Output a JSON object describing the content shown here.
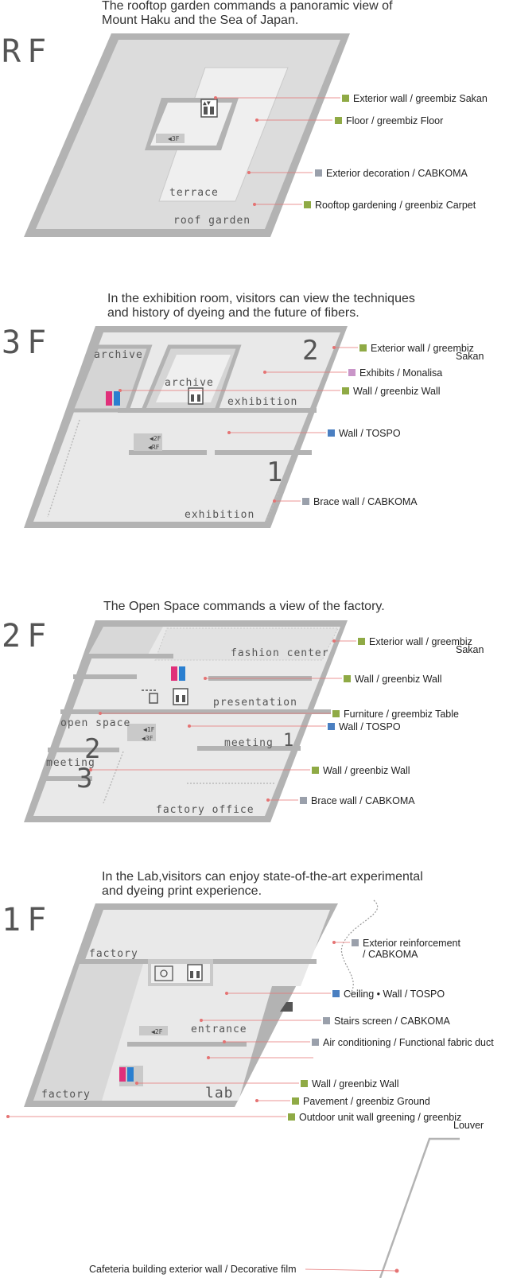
{
  "colors": {
    "green": "#8faa45",
    "purple": "#c995c8",
    "blue": "#4a7fc1",
    "gray": "#9aa0ab",
    "line": "#e57373"
  },
  "rf": {
    "caption_1": "The rooftop garden commands a panoramic view of",
    "caption_2": "Mount Haku and the Sea of Japan.",
    "floor_label": "RF",
    "stair_label": "◀3F",
    "rooms": {
      "terrace": "terrace",
      "roof_garden": "roof garden"
    },
    "notes": [
      {
        "text": "Exterior wall / greembiz Sakan",
        "color": "green"
      },
      {
        "text": "Floor / greembiz Floor",
        "color": "green"
      },
      {
        "text": "Exterior decoration / CABKOMA",
        "color": "gray"
      },
      {
        "text": "Rooftop gardening / greenbiz Carpet",
        "color": "green"
      }
    ]
  },
  "f3": {
    "caption_1": "In the exhibition room, visitors can view the techniques",
    "caption_2": "and history of dyeing and the future of fibers.",
    "floor_label": "3F",
    "stair_2f": "◀2F",
    "stair_rf": "◀RF",
    "rooms": {
      "archive_1": "archive",
      "archive_2": "archive",
      "exhibition_1": "exhibition",
      "exhibition_2": "exhibition",
      "num_2": "2",
      "num_1": "1"
    },
    "notes": [
      {
        "text": "Exterior wall / greembiz",
        "text2": "Sakan",
        "color": "green"
      },
      {
        "text": "Exhibits / Monalisa",
        "color": "purple"
      },
      {
        "text": "Wall / greenbiz Wall",
        "color": "green"
      },
      {
        "text": "Wall / TOSPO",
        "color": "blue"
      },
      {
        "text": "Brace wall / CABKOMA",
        "color": "gray"
      }
    ]
  },
  "f2": {
    "caption_1": "The Open Space commands a view of the factory.",
    "floor_label": "2F",
    "stair_1f": "◀1F",
    "stair_3f": "◀3F",
    "rooms": {
      "fashion_center": "fashion center",
      "presentation": "presentation",
      "open_space": "open space",
      "meeting_1": "meeting",
      "meeting_2": "meeting",
      "factory_office": "factory office",
      "num_2": "2",
      "num_3": "3",
      "num_1": "1"
    },
    "notes": [
      {
        "text": "Exterior wall / greembiz",
        "text2": "Sakan",
        "color": "green"
      },
      {
        "text": "Wall / greenbiz Wall",
        "color": "green"
      },
      {
        "text": "Furniture / greembiz Table",
        "color": "green"
      },
      {
        "text": "Wall / TOSPO",
        "color": "blue"
      },
      {
        "text": "Wall / greenbiz Wall",
        "color": "green"
      },
      {
        "text": "Brace wall / CABKOMA",
        "color": "gray"
      }
    ]
  },
  "f1": {
    "caption_1": "In the Lab,visitors can enjoy state-of-the-art experimental",
    "caption_2": "and dyeing print experience.",
    "floor_label": "1F",
    "stair_2f": "◀2F",
    "rooms": {
      "factory_1": "factory",
      "factory_2": "factory",
      "entrance": "entrance",
      "lab": "lab"
    },
    "notes": [
      {
        "text": "Exterior reinforcement",
        "text2": "/ CABKOMA",
        "color": "gray"
      },
      {
        "text": "Ceiling • Wall / TOSPO",
        "color": "blue"
      },
      {
        "text": "Stairs screen / CABKOMA",
        "color": "gray"
      },
      {
        "text": "Air conditioning / Functional fabric duct",
        "color": "gray"
      },
      {
        "text": "Wall / greenbiz Wall",
        "color": "green"
      },
      {
        "text": "Pavement / greenbiz Ground",
        "color": "green"
      },
      {
        "text": "Outdoor unit wall greening / greenbiz",
        "text2": "Louver",
        "color": "green"
      }
    ]
  },
  "cafeteria": {
    "text": "Cafeteria building exterior wall / Decorative film"
  }
}
